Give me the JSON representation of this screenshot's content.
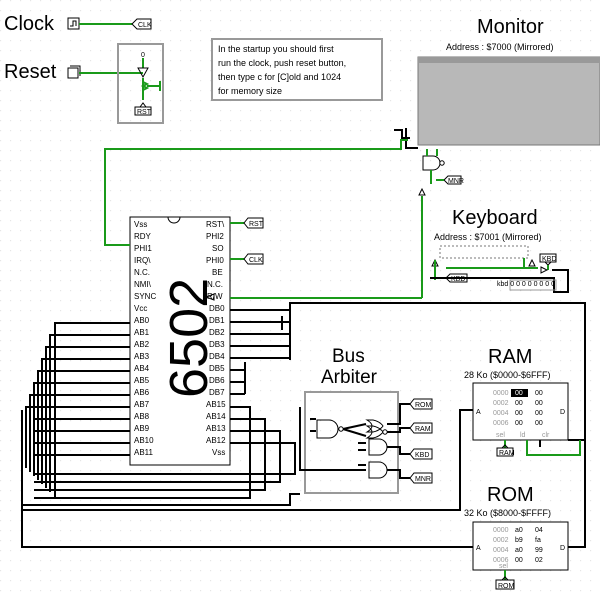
{
  "labels": {
    "clock": "Clock",
    "reset": "Reset",
    "monitor": "Monitor",
    "monitor_addr": "Address : $7000 (Mirrored)",
    "keyboard": "Keyboard",
    "keyboard_addr": "Address : $7001 (Mirrored)",
    "bus1": "Bus",
    "bus2": "Arbiter",
    "ram": "RAM",
    "ram_size": "28 Ko ($0000-$6FFF)",
    "rom": "ROM",
    "rom_size": "32 Ko ($8000-$FFFF)",
    "cpu": "6502",
    "kbd_buffer": "kbd 0 0 0 0 0 0 0 0",
    "reset_zero": "0"
  },
  "note": [
    "In the startup you should first",
    "run the clock, push reset button,",
    "then type c for [C]old and 1024",
    "for memory size"
  ],
  "tags": {
    "clk": "CLK",
    "rst": "RST",
    "mnr": "MNR",
    "kbd": "KBD",
    "rom": "ROM",
    "ram": "RAM"
  },
  "cpu_left": [
    "Vss",
    "RDY",
    "PHI1",
    "IRQ\\",
    "N.C.",
    "NMI\\",
    "SYNC",
    "Vcc",
    "AB0",
    "AB1",
    "AB2",
    "AB3",
    "AB4",
    "AB5",
    "AB6",
    "AB7",
    "AB8",
    "AB9",
    "AB10",
    "AB11"
  ],
  "cpu_right": [
    "RST\\",
    "PHI2",
    "SO",
    "PHI0",
    "BE",
    "N.C.",
    "R/W",
    "DB0",
    "DB1",
    "DB2",
    "DB3",
    "DB4",
    "DB5",
    "DB6",
    "DB7",
    "AB15",
    "AB14",
    "AB13",
    "AB12",
    "Vss"
  ],
  "ram_mem": [
    [
      "0000",
      "00",
      "00"
    ],
    [
      "0002",
      "00",
      "00"
    ],
    [
      "0004",
      "00",
      "00"
    ],
    [
      "0006",
      "00",
      "00"
    ]
  ],
  "rom_mem": [
    [
      "0000",
      "a0",
      "04"
    ],
    [
      "0002",
      "b9",
      "fa"
    ],
    [
      "0004",
      "a0",
      "99"
    ],
    [
      "0006",
      "00",
      "02"
    ]
  ],
  "ports": {
    "a": "A",
    "d": "D",
    "sel": "sel",
    "ld": "ld",
    "clr": "clr"
  }
}
